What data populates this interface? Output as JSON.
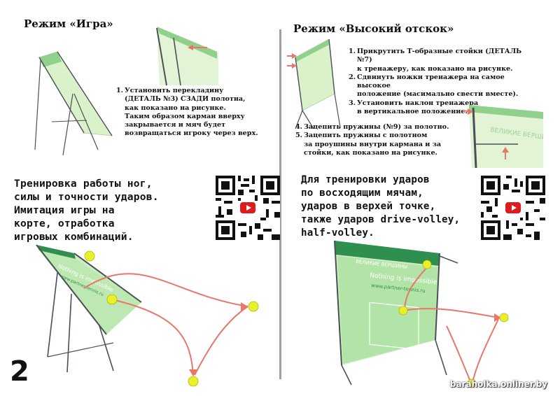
{
  "left": {
    "title": "Режим «Игра»",
    "steps": [
      {
        "num": "1.",
        "lines": [
          "Установить перекладину",
          "(ДЕТАЛЬ №3) СЗАДИ полотна,",
          "как показано на рисунке.",
          "Таким образом карман вверху",
          "закрывается и мяч будет",
          "возвращаться игроку через верх."
        ]
      }
    ],
    "promo_lines": [
      "Тренировка работы ног,",
      "силы и точности ударов.",
      "Имитация игры на",
      "корте, отработка",
      "игровых комбинаций."
    ]
  },
  "right": {
    "title": "Режим «Высокий отскок»",
    "steps": [
      {
        "num": "1.",
        "lines": [
          "Прикрутить Т-образные стойки (ДЕТАЛЬ №7)",
          "к тренажеру, как показано на рисунке."
        ]
      },
      {
        "num": "2.",
        "lines": [
          "Сдвинуть ножки тренажера на самое высокое",
          "положение (масимально свести вместе)."
        ]
      },
      {
        "num": "3.",
        "lines": [
          "Установить наклон тренажера",
          "в вертикальное положение."
        ]
      }
    ],
    "steps_b": [
      {
        "num": "4.",
        "lines": [
          "Зацепить пружины (№9) за полотно."
        ]
      },
      {
        "num": "5.",
        "lines": [
          "Зацепить пружины с полотном",
          "за проушины внутри кармана и за",
          "стойки, как показано на рисунке."
        ]
      }
    ],
    "promo_lines": [
      "Для тренировки ударов",
      "по восходящим мячам,",
      "ударов в верхей точке,",
      "также ударов drive-volley,",
      "half-volley."
    ]
  },
  "net_texts": {
    "slogan": "Nothing is impossible",
    "site": "www.partner-tennis.ru",
    "top_pocket": "ВЕЛИКИЕ ВЕРШИНЫ"
  },
  "page_number": "2",
  "watermark": "baraholka.onliner.by",
  "colors": {
    "net_light": "#d9f2c9",
    "net_mid": "#8fd08a",
    "net_dark": "#2f8f4e",
    "frame": "#4a4f55",
    "ball": "#e9ef2a",
    "arrow": "#e8776a",
    "qr_red": "#e01b1b"
  },
  "icons": [
    "youtube-play-icon",
    "qr-code"
  ]
}
